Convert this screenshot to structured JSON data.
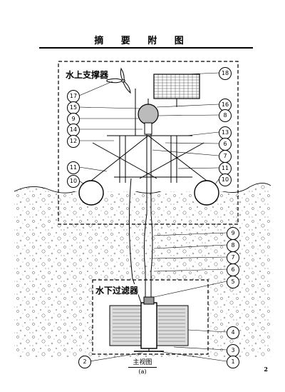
{
  "header": {
    "title": "摘 要 附 图"
  },
  "sections": {
    "upper_label": "水上支撑器",
    "lower_label": "水下过滤器"
  },
  "caption": {
    "view": "主视图",
    "sub": "(a)"
  },
  "page_number": "2",
  "left_callouts": [
    "17",
    "15",
    "9",
    "14",
    "12",
    "11",
    "10",
    "2"
  ],
  "right_callouts": [
    "18",
    "16",
    "8",
    "13",
    "6",
    "7",
    "11",
    "10",
    "9",
    "8",
    "7",
    "6",
    "5",
    "4",
    "3",
    "1"
  ]
}
